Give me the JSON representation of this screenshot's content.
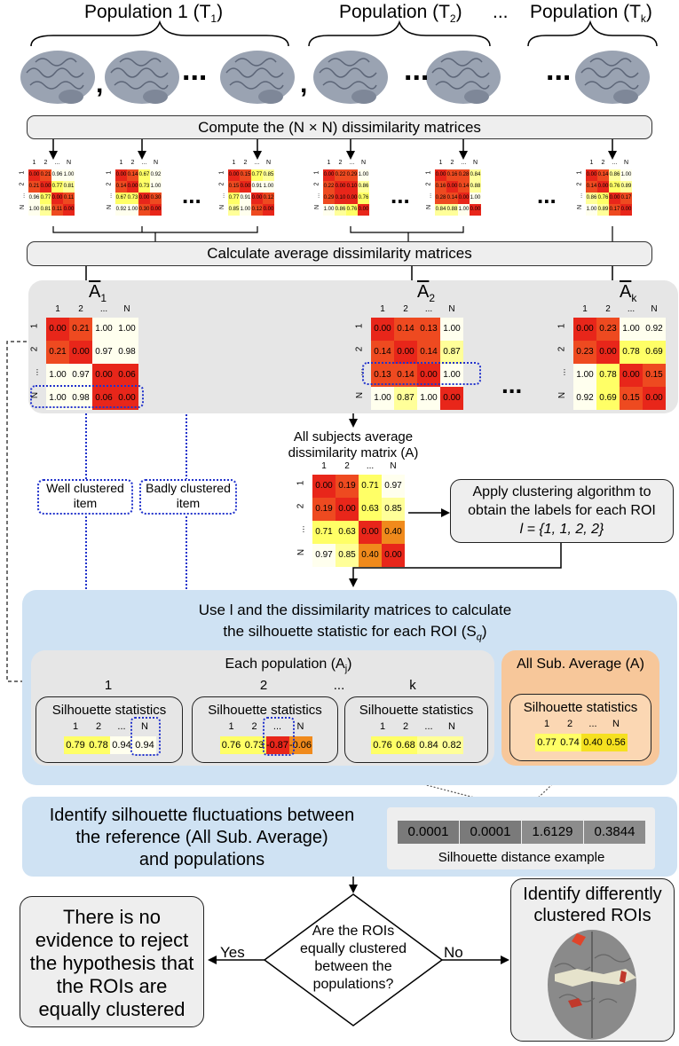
{
  "populations": {
    "pop1_label": "Population 1 (T",
    "pop1_sub": "1",
    "pop2_label": "Population (T",
    "pop2_sub": "2",
    "popk_label": "Population (T",
    "popk_sub": "k",
    "ellipsis": "...",
    "close": ")"
  },
  "steps": {
    "compute": "Compute the (N × N) dissimilarity matrices",
    "average": "Calculate average dissimilarity matrices",
    "all_subjects_line1": "All subjects average",
    "all_subjects_line2": "dissimilarity matrix (A)",
    "clustering_line1": "Apply clustering algorithm to",
    "clustering_line2": "obtain the labels for each ROI",
    "clustering_line3": "l = {1, 1, 2, 2}",
    "use_line1": "Use l and the dissimilarity matrices to calculate",
    "use_line2": "the silhouette statistic for each ROI (S",
    "use_line2_sub": "q",
    "use_line2_end": ")",
    "each_population": "Each population (A",
    "each_population_sub": "j",
    "all_sub_average": "All Sub. Average (A)",
    "identify_line1": "Identify silhouette fluctuations between",
    "identify_line2": "the reference (All Sub. Average)",
    "identify_line3": "and populations",
    "silhouette_distance_label": "Silhouette distance example",
    "no_evidence": "There is no evidence to reject the hypothesis that the ROIs are equally clustered",
    "decision": "Are the ROIs equally clustered between the populations?",
    "yes": "Yes",
    "no": "No",
    "identify_diff": "Identify differently clustered ROIs"
  },
  "labels": {
    "well_clustered_1": "Well clustered",
    "well_clustered_2": "item",
    "badly_clustered_1": "Badly clustered",
    "badly_clustered_2": "item",
    "a1": "A",
    "a1_sub": "1",
    "a2": "A",
    "a2_sub": "2",
    "ak": "A",
    "ak_sub": "k",
    "ellipsis": "..."
  },
  "matrix_headers": [
    "1",
    "2",
    "...",
    "N"
  ],
  "avg_matrices": [
    {
      "rows": [
        [
          "0.00",
          "0.21",
          "1.00",
          "1.00"
        ],
        [
          "0.21",
          "0.00",
          "0.97",
          "0.98"
        ],
        [
          "1.00",
          "0.97",
          "0.00",
          "0.06"
        ],
        [
          "1.00",
          "0.98",
          "0.06",
          "0.00"
        ]
      ]
    },
    {
      "rows": [
        [
          "0.00",
          "0.14",
          "0.13",
          "1.00"
        ],
        [
          "0.14",
          "0.00",
          "0.14",
          "0.87"
        ],
        [
          "0.13",
          "0.14",
          "0.00",
          "1.00"
        ],
        [
          "1.00",
          "0.87",
          "1.00",
          "0.00"
        ]
      ]
    },
    {
      "rows": [
        [
          "0.00",
          "0.23",
          "1.00",
          "0.92"
        ],
        [
          "0.23",
          "0.00",
          "0.78",
          "0.69"
        ],
        [
          "1.00",
          "0.78",
          "0.00",
          "0.15"
        ],
        [
          "0.92",
          "0.69",
          "0.15",
          "0.00"
        ]
      ]
    }
  ],
  "all_avg_matrix": {
    "rows": [
      [
        "0.00",
        "0.19",
        "0.71",
        "0.97"
      ],
      [
        "0.19",
        "0.00",
        "0.63",
        "0.85"
      ],
      [
        "0.71",
        "0.63",
        "0.00",
        "0.40"
      ],
      [
        "0.97",
        "0.85",
        "0.40",
        "0.00"
      ]
    ]
  },
  "small_matrices": [
    {
      "rows": [
        [
          "0.00",
          "0.21",
          "0.96",
          "1.00"
        ],
        [
          "0.21",
          "0.00",
          "0.77",
          "0.81"
        ],
        [
          "0.96",
          "0.77",
          "0.00",
          "0.11"
        ],
        [
          "1.00",
          "0.81",
          "0.11",
          "0.00"
        ]
      ]
    },
    {
      "rows": [
        [
          "0.00",
          "0.14",
          "0.67",
          "0.92"
        ],
        [
          "0.14",
          "0.00",
          "0.73",
          "1.00"
        ],
        [
          "0.67",
          "0.73",
          "0.00",
          "0.30"
        ],
        [
          "0.92",
          "1.00",
          "0.30",
          "0.00"
        ]
      ]
    },
    {
      "rows": [
        [
          "0.00",
          "0.15",
          "0.77",
          "0.85"
        ],
        [
          "0.15",
          "0.00",
          "0.91",
          "1.00"
        ],
        [
          "0.77",
          "0.91",
          "0.00",
          "0.12"
        ],
        [
          "0.85",
          "1.00",
          "0.12",
          "0.00"
        ]
      ]
    },
    {
      "rows": [
        [
          "0.00",
          "0.22",
          "0.29",
          "1.00"
        ],
        [
          "0.22",
          "0.00",
          "0.10",
          "0.86"
        ],
        [
          "0.29",
          "0.10",
          "0.00",
          "0.76"
        ],
        [
          "1.00",
          "0.86",
          "0.76",
          "0.00"
        ]
      ]
    },
    {
      "rows": [
        [
          "0.00",
          "0.16",
          "0.28",
          "0.84"
        ],
        [
          "0.16",
          "0.00",
          "0.14",
          "0.88"
        ],
        [
          "0.28",
          "0.14",
          "0.00",
          "1.00"
        ],
        [
          "0.84",
          "0.88",
          "1.00",
          "0.00"
        ]
      ]
    },
    {
      "rows": [
        [
          "0.00",
          "0.14",
          "0.86",
          "1.00"
        ],
        [
          "0.14",
          "0.00",
          "0.76",
          "0.89"
        ],
        [
          "0.86",
          "0.76",
          "0.00",
          "0.17"
        ],
        [
          "1.00",
          "0.89",
          "0.17",
          "0.00"
        ]
      ]
    }
  ],
  "silhouettes": [
    {
      "title": "Silhouette statistics",
      "group": "1",
      "values": [
        "0.79",
        "0.78",
        "0.94",
        "0.94"
      ]
    },
    {
      "title": "Silhouette statistics",
      "group": "2",
      "values": [
        "0.76",
        "0.73",
        "-0.87",
        "-0.06"
      ]
    },
    {
      "title": "Silhouette statistics",
      "group": "k",
      "values": [
        "0.76",
        "0.68",
        "0.84",
        "0.82"
      ]
    },
    {
      "title": "Silhouette statistics",
      "group": "",
      "values": [
        "0.77",
        "0.74",
        "0.40",
        "0.56"
      ]
    }
  ],
  "silhouette_distance": [
    "0.0001",
    "0.0001",
    "1.6129",
    "0.3844"
  ],
  "colors": {
    "panel_gray": "#e6e6e6",
    "panel_blue": "#cfe2f3",
    "panel_orange": "#f7c79a",
    "dotted_blue": "#2233cc",
    "heat_red": "#e8261a",
    "heat_orange": "#f08a1c",
    "heat_yellow": "#ffff66",
    "heat_white": "#ffffee"
  }
}
